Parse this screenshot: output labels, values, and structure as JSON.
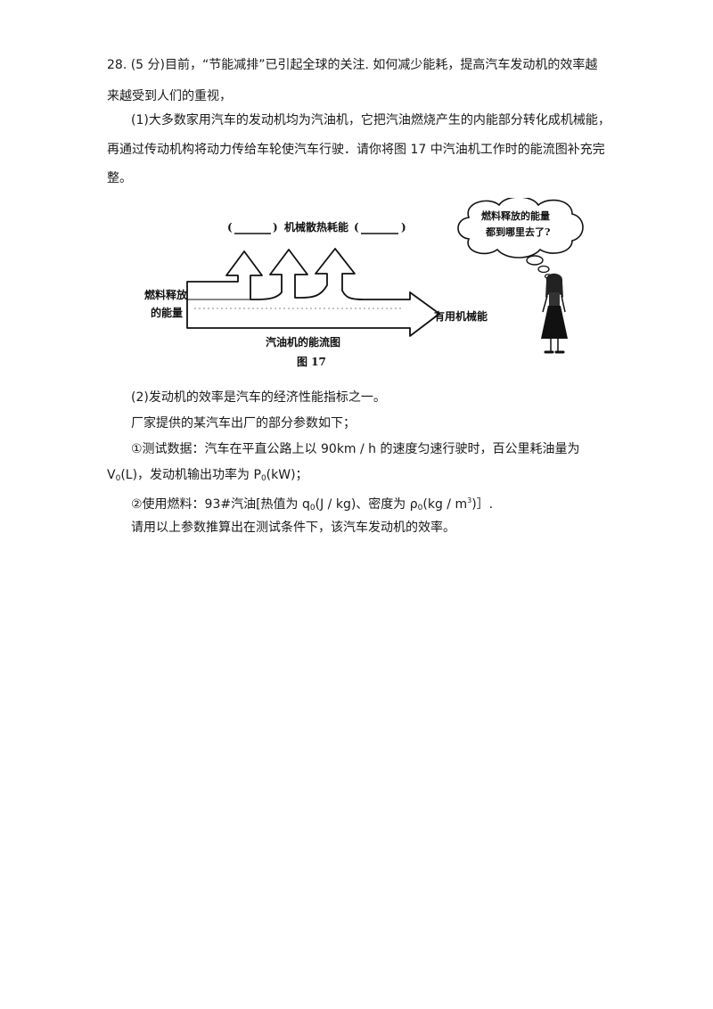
{
  "question": {
    "line1": "28. (5 分)目前，“节能减排”已引起全球的关注. 如何减少能耗，提高汽车发动机的效率越",
    "line2": "来越受到人们的重视，",
    "part1_line1": "(1)大多数家用汽车的发动机均为汽油机，它把汽油燃烧产生的内能部分转化成机械能，",
    "part1_line2": "再通过传动机构将动力传给车轮使汽车行驶．请你将图 17 中汽油机工作时的能流图补充完",
    "part1_line3": "整。",
    "part2_line1": "(2)发动机的效率是汽车的经济性能指标之一。",
    "part2_line2": "厂家提供的某汽车出厂的部分参数如下；",
    "param1_line1": "①测试数据：汽车在平直公路上以 90km / h 的速度匀速行驶时，百公里耗油量为",
    "param1_line2_a": "V",
    "param1_line2_sub": "0",
    "param1_line2_b": "(L)，发动机输出功率为 P",
    "param1_line2_sub2": "0",
    "param1_line2_c": "(kW)；",
    "param2_a": "②使用燃料：93#汽油[热值为 q",
    "param2_sub1": "0",
    "param2_b": "(J / kg)、密度为 ρ",
    "param2_sub2": "0",
    "param2_c": "(kg / m",
    "param2_sup": "3",
    "param2_d": ")］.",
    "final_line": "请用以上参数推算出在测试条件下，该汽车发动机的效率。"
  },
  "figure": {
    "blank_left_open": "(",
    "blank_left_close": ")",
    "middle_label": "机械散热耗能",
    "blank_right_open": "(",
    "blank_right_close": ")",
    "source_line1": "燃料释放",
    "source_line2": "的能量",
    "output_label": "有用机械能",
    "diagram_title": "汽油机的能流图",
    "figure_number": "图 17",
    "thought_line1": "燃料释放的能量",
    "thought_line2": "都到哪里去了?"
  }
}
